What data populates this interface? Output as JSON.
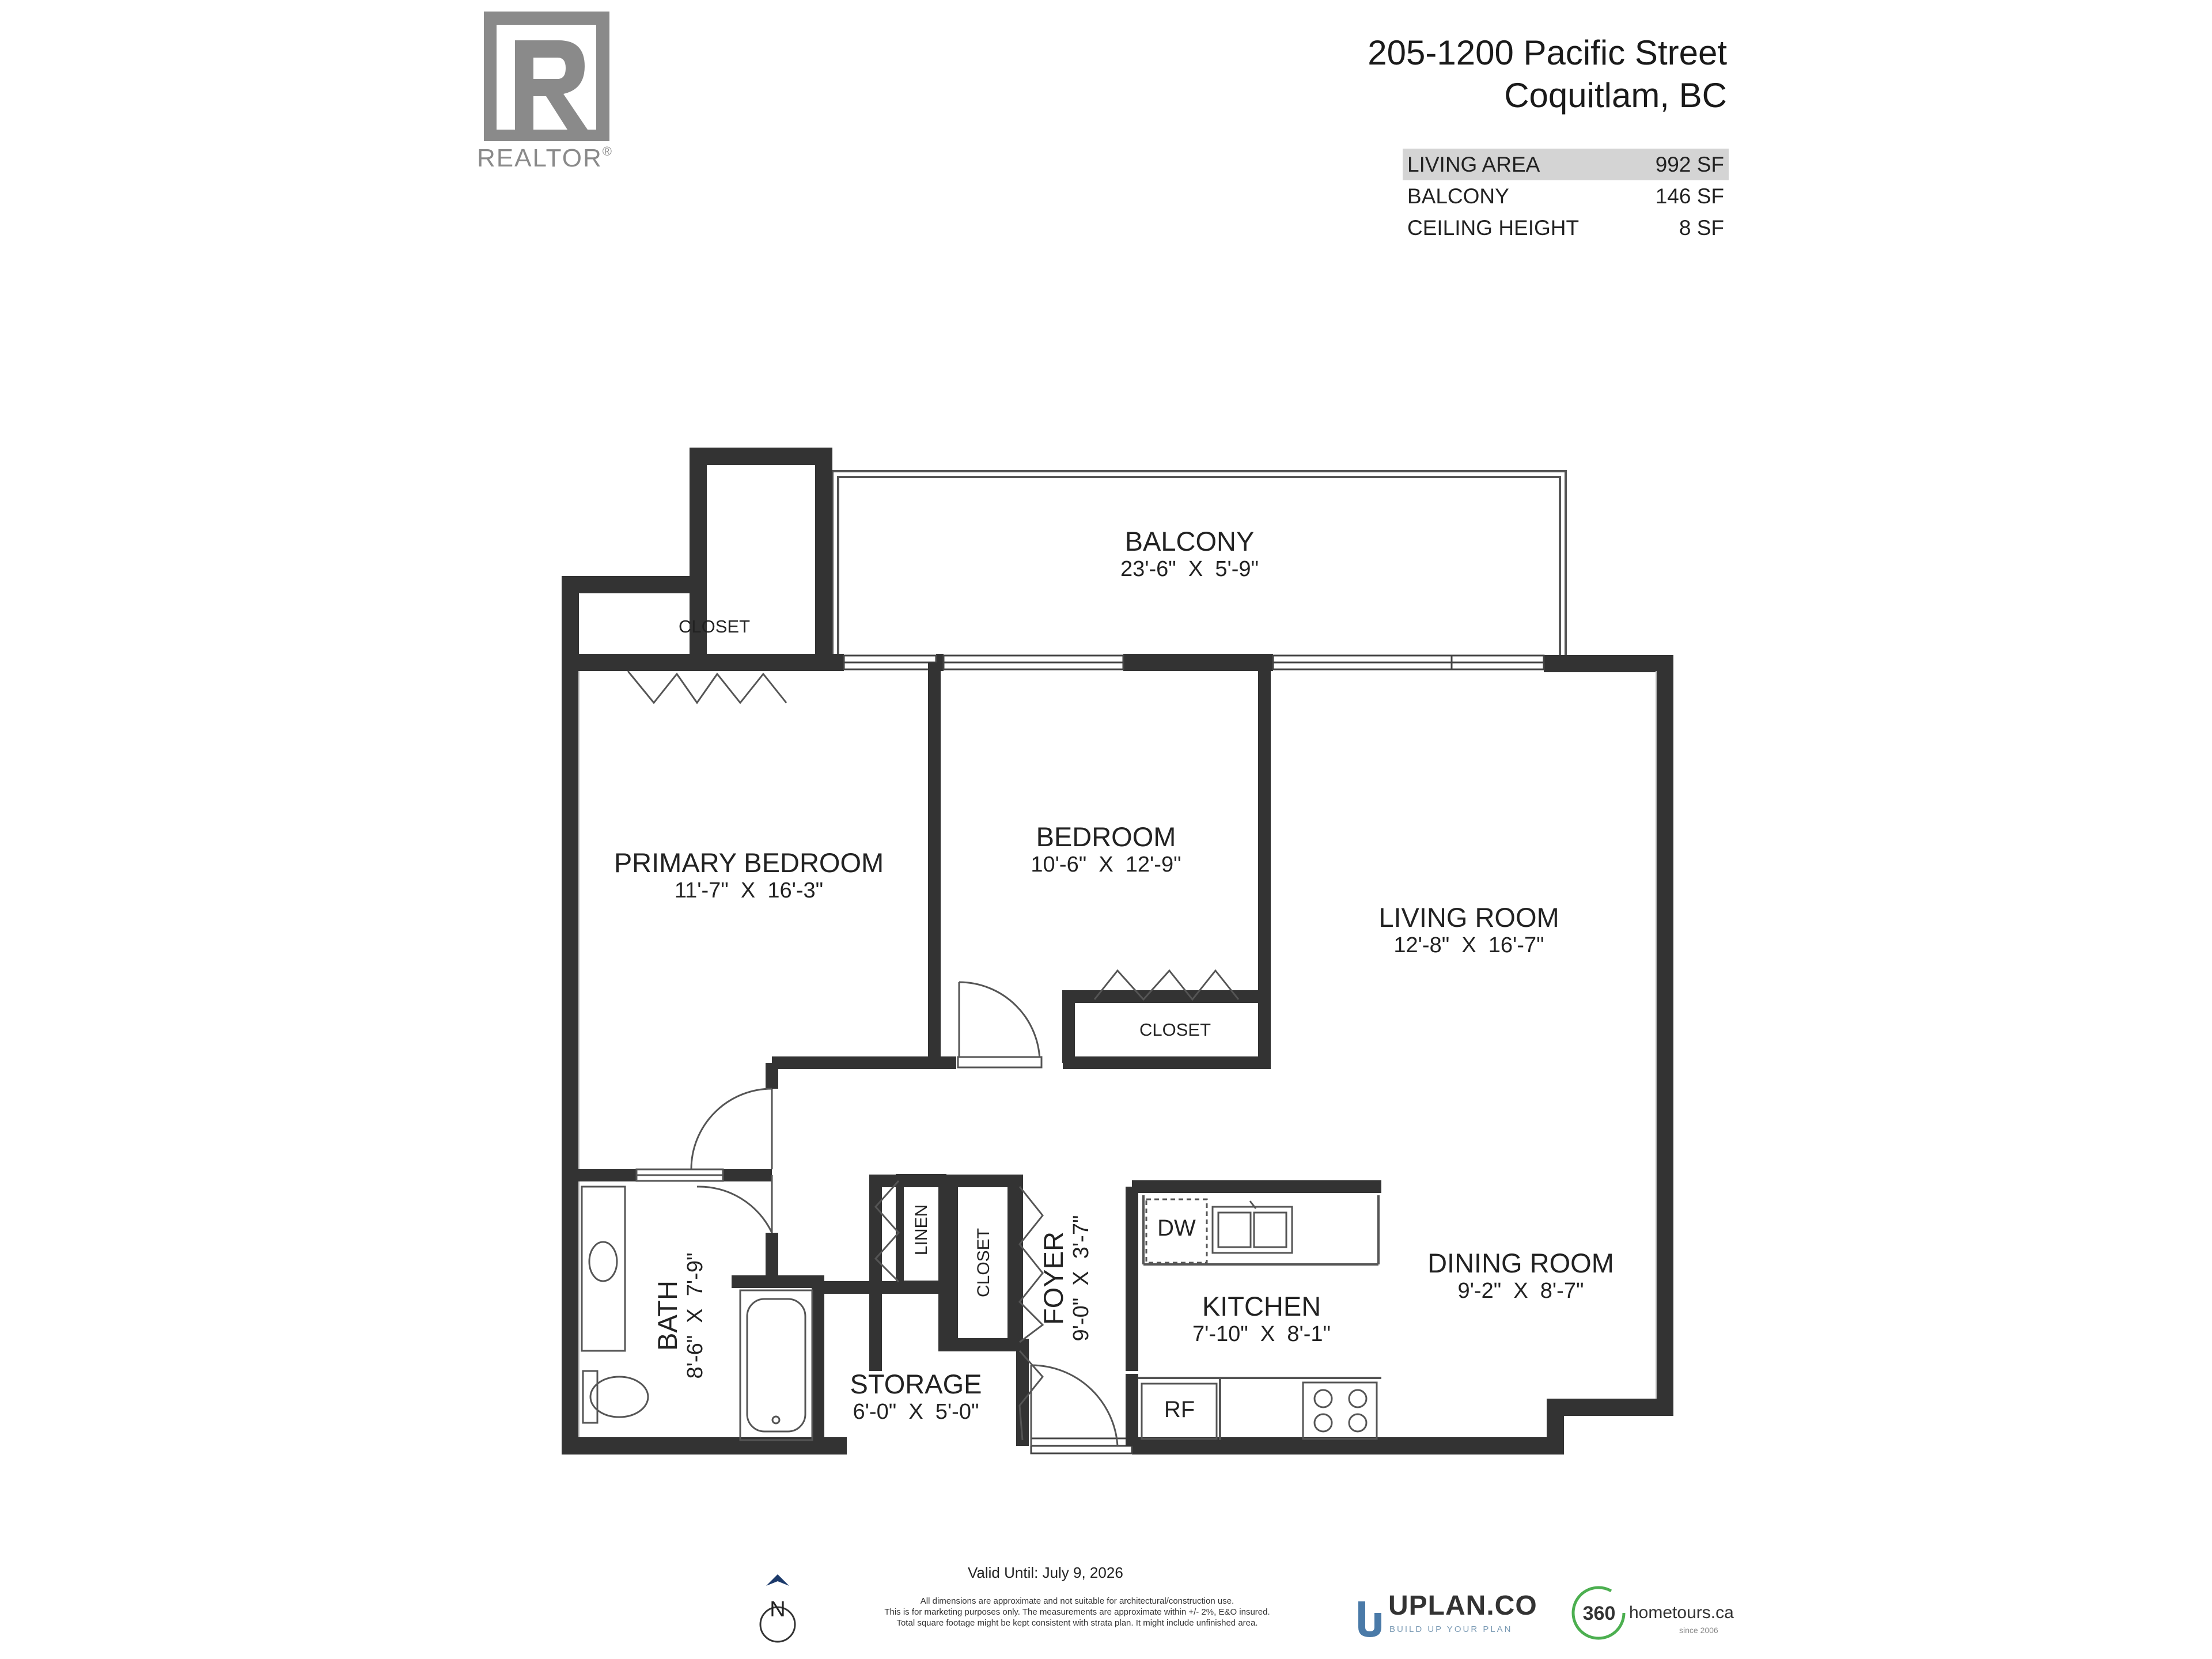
{
  "header": {
    "address_line1": "205-1200 Pacific Street",
    "address_line2": "Coquitlam, BC",
    "realtor_logo_text": "REALTOR",
    "realtor_reg_mark": "®"
  },
  "area_table": [
    {
      "label": "LIVING AREA",
      "value": "992 SF",
      "highlight": true
    },
    {
      "label": "BALCONY",
      "value": "146 SF",
      "highlight": false
    },
    {
      "label": "CEILING HEIGHT",
      "value": "8 SF",
      "highlight": false
    }
  ],
  "rooms": {
    "balcony": {
      "name": "BALCONY",
      "dims": "23'-6\"  X  5'-9\""
    },
    "closet_top": {
      "name": "CLOSET"
    },
    "primary_bedroom": {
      "name": "PRIMARY BEDROOM",
      "dims": "11'-7\"  X  16'-3\""
    },
    "bedroom": {
      "name": "BEDROOM",
      "dims": "10'-6\"  X  12'-9\""
    },
    "closet_bedroom": {
      "name": "CLOSET"
    },
    "living_room": {
      "name": "LIVING ROOM",
      "dims": "12'-8\"  X  16'-7\""
    },
    "dining_room": {
      "name": "DINING ROOM",
      "dims": "9'-2\"  X  8'-7\""
    },
    "kitchen": {
      "name": "KITCHEN",
      "dims": "7'-10\"  X  8'-1\""
    },
    "foyer": {
      "name": "FOYER",
      "dims": "9'-0\"  X  3'-7\""
    },
    "storage": {
      "name": "STORAGE",
      "dims": "6'-0\"  X  5'-0\""
    },
    "bath": {
      "name": "BATH",
      "dims": "8'-6\"  X  7'-9\""
    },
    "linen": {
      "name": "LINEN"
    },
    "closet_foyer": {
      "name": "CLOSET"
    },
    "dw": {
      "name": "DW"
    },
    "rf": {
      "name": "RF"
    }
  },
  "footer": {
    "valid_until": "Valid Until: July 9, 2026",
    "north": "N",
    "disclaimer": [
      "All dimensions are approximate and not suitable for architectural/construction use.",
      "This is for marketing purposes only. The measurements are approximate within +/- 2%, E&O insured.",
      "Total square footage might be kept consistent with strata plan. It might include unfinished area."
    ],
    "uplan_name": "UPLAN.CO",
    "uplan_tagline": "BUILD UP YOUR PLAN",
    "hometours_number": "360",
    "hometours_name": "hometours.ca",
    "hometours_sub": "since 2006"
  },
  "colors": {
    "wall": "#333333",
    "thin_line": "#555555",
    "highlight_row": "#d4d4d4",
    "realtor_logo": "#8a8a8a"
  }
}
